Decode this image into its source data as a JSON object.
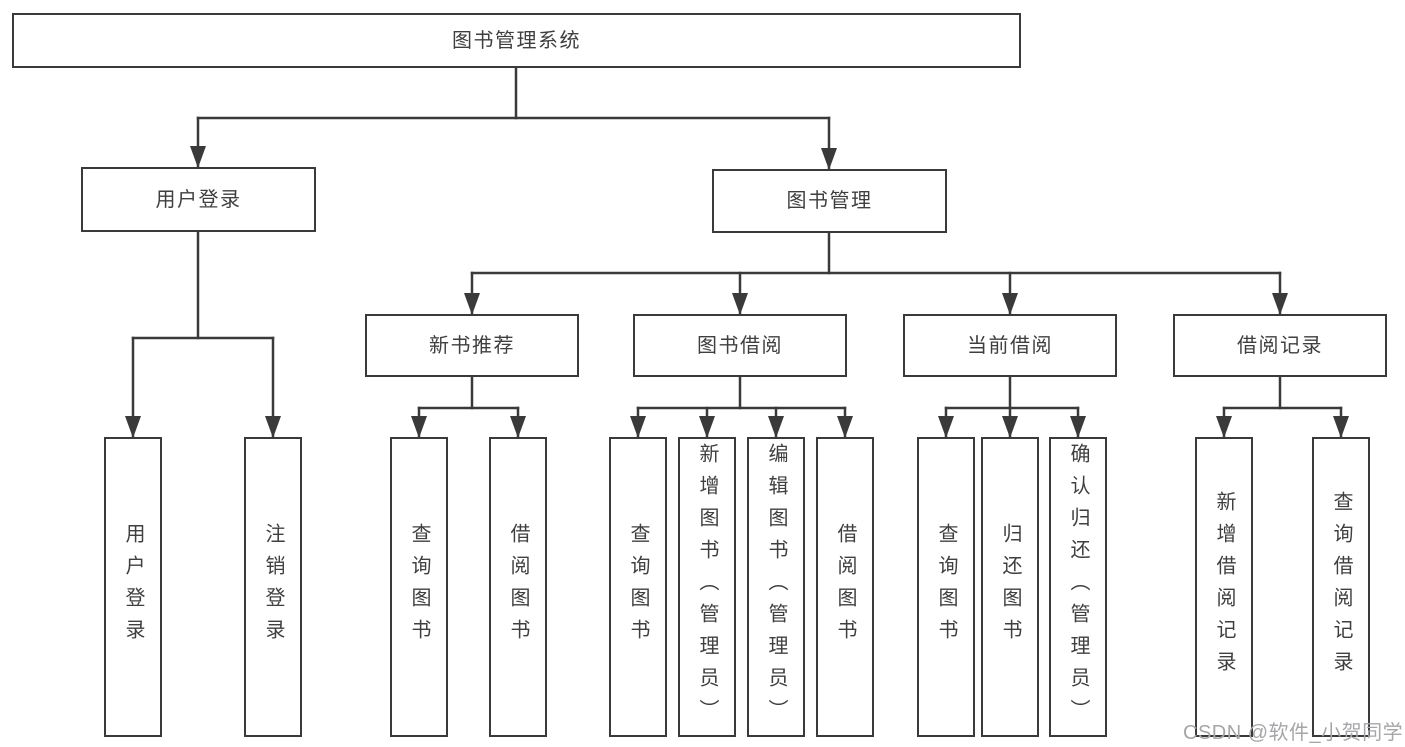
{
  "diagram": {
    "root": "图书管理系统",
    "branches": [
      {
        "label": "用户登录",
        "leaves": [
          "用户登录",
          "注销登录"
        ]
      },
      {
        "label": "图书管理",
        "groups": [
          {
            "label": "新书推荐",
            "leaves": [
              "查询图书",
              "借阅图书"
            ]
          },
          {
            "label": "图书借阅",
            "leaves": [
              "查询图书",
              "新增图书（管理员）",
              "编辑图书（管理员）",
              "借阅图书"
            ]
          },
          {
            "label": "当前借阅",
            "leaves": [
              "查询图书",
              "归还图书",
              "确认归还（管理员）"
            ]
          },
          {
            "label": "借阅记录",
            "leaves": [
              "新增借阅记录",
              "查询借阅记录"
            ]
          }
        ]
      }
    ]
  },
  "watermark": {
    "text": "CSDN @软件_小贺同学"
  },
  "colors": {
    "line": "#3a3a3a",
    "text": "#3f3f3f",
    "box_background": "#ffffff",
    "watermark": "#a6a6aa"
  }
}
